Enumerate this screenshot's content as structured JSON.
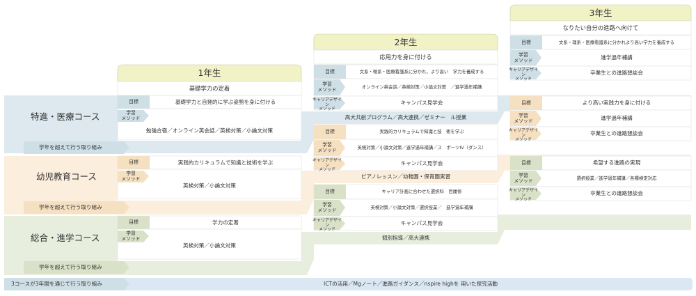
{
  "colors": {
    "y1_header": "#f2f2c7",
    "y2_header": "#f2f2c7",
    "y3_header": "#f2f2c7",
    "tokushin": "#dde9ee",
    "tokushin_label": "#cfdfe6",
    "yoji": "#fbeedd",
    "yoji_label": "#f5e0c2",
    "sogo": "#e8eedd",
    "sogo_label": "#d9e2c8",
    "all": "#dbe7f2"
  },
  "courses": {
    "tokushin": {
      "name": "特進・医療コース",
      "across": "学年を超えて行う取り組み"
    },
    "yoji": {
      "name": "幼児教育コース",
      "across": "学年を超えて行う取り組み"
    },
    "sogo": {
      "name": "総合・進学コース",
      "across": "学年を超えて行う取り組み"
    }
  },
  "all_courses": {
    "label": "3コースが3年間を通じて行う取り組み",
    "content": "ICTの活用／Mgノート／進路ガイダンス／nspire highを 用いた探究活動"
  },
  "years": [
    {
      "title": "1年生",
      "theme": "基礎学力の定着"
    },
    {
      "title": "2年生",
      "theme": "応用力を身に付ける"
    },
    {
      "title": "3年生",
      "theme": "なりたい自分の進路へ向けて"
    }
  ],
  "row_labels": {
    "goal": "目標",
    "method_1": "学習",
    "method_2": "メソッド",
    "career_1": "キャリアデザイン",
    "career_2": "メソッド"
  },
  "tokushin": {
    "y1": {
      "goal": "基礎学力と自発的に学ぶ姿勢を身に付ける",
      "method": "勉強合宿／オンライン英会話／英検対策／小論文対策"
    },
    "y2": {
      "goal": "文系・理系・医療看護系に分かれ、より高い　学力を養成する",
      "method": "オンライン英会話／英検対策／小論文対策　／進学過年補講",
      "career": "キャンパス見学会"
    },
    "y3": {
      "goal": "文系・理系・医療看護系に分かれより高い学力を養成する",
      "method": "進学過年補講",
      "career": "卒業生との進路懇談会"
    },
    "across": "高大共創プログラム／高大連携／ゼミナー　ル授業"
  },
  "yoji": {
    "y1": {
      "goal": "実践的カリキュラムで知識と技術を学ぶ",
      "method": "英検対策／小論文対策"
    },
    "y2": {
      "goal": "実践的カリキュラムで知識と技　術を学ぶ",
      "method": "英検対策／小論文対策／進学過年補講／ス　ポーツIV（ダンス）",
      "career": "キャンパス見学会"
    },
    "y3": {
      "theme": "より高い実践力を身に付ける",
      "method": "進学過年補講",
      "career": "卒業生との進路懇談会"
    },
    "across": "ピアノレッスン／幼稚園・保育園実習"
  },
  "sogo": {
    "y1": {
      "goal": "学力の定着",
      "method": "英検対策／小論文対策"
    },
    "y2": {
      "goal": "キャリア計画に合わせた選択科　目履修",
      "method": "英検対策／小論文対策／選択授業／　進学過年補講",
      "career": "キャンパス見学会"
    },
    "y3": {
      "goal": "希望する進路の実現",
      "method": "選択授業／進学過年補講／各種検定対応",
      "career": "卒業生との進路懇談会"
    },
    "across": "個別指導／高大連携"
  }
}
